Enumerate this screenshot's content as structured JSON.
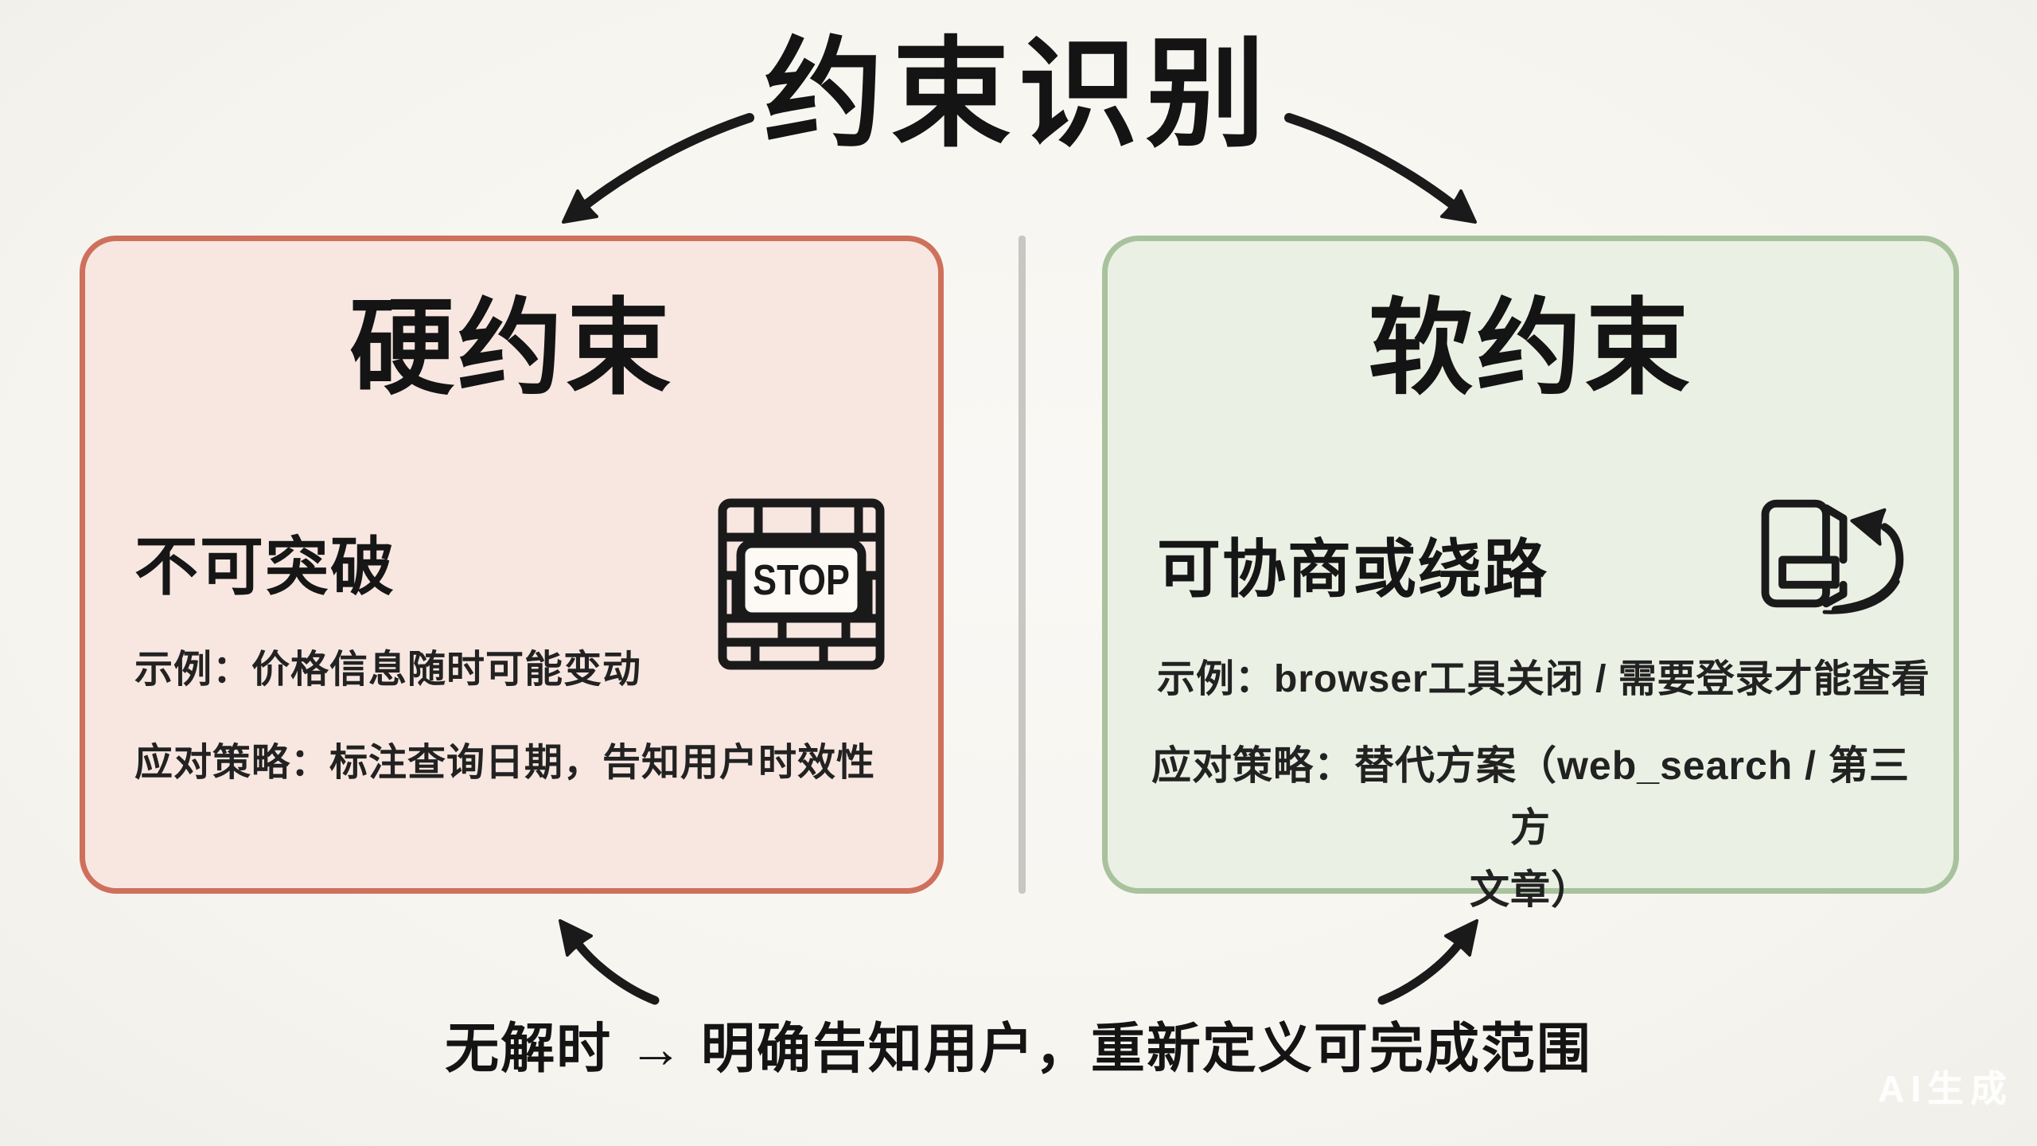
{
  "diagram": {
    "title": "约束识别",
    "footer": "无解时 → 明确告知用户，重新定义可完成范围",
    "watermark": "AI生成",
    "colors": {
      "background": "#f8f6f1",
      "ink": "#1a1a1a",
      "divider": "#c7c7c4"
    }
  },
  "hard_card": {
    "title": "硬约束",
    "subtitle": "不可突破",
    "example": "示例：价格信息随时可能变动",
    "strategy": "应对策略：标注查询日期，告知用户时效性",
    "icon": "stop-brick-wall-icon",
    "icon_label": "STOP",
    "colors": {
      "background": "#f8e7e1",
      "border": "#cf705c"
    }
  },
  "soft_card": {
    "title": "软约束",
    "subtitle": "可协商或绕路",
    "example": "示例：browser工具关闭 / 需要登录才能查看",
    "strategy_line1": "应对策略：替代方案（web_search / 第三方",
    "strategy_line2": "文章）",
    "icon": "door-bypass-icon",
    "colors": {
      "background": "#eaf0e3",
      "border": "#a8c29e"
    }
  }
}
